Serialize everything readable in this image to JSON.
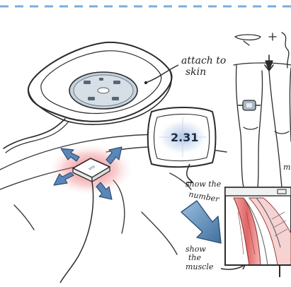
{
  "annotations": {
    "attach": "attach to skin",
    "attach_line1": "attach to",
    "attach_line2": "skin",
    "number": "show the number",
    "number_line1": "show the",
    "number_line2": "number",
    "muscle": "show the muscle",
    "muscle_line1": "show",
    "muscle_line2": "the",
    "muscle_line3": "muscle",
    "clipped_side": "m"
  },
  "display": {
    "value": "2.31"
  },
  "small_device_label": "vm",
  "colors": {
    "ink": "#2b2b2b",
    "arrow_blue": "#4f7fb0",
    "glow_red": "#e8484f",
    "screen_glow": "#7fa6d6",
    "muscle_red": "#e57373",
    "dash": "#7aaedb"
  }
}
